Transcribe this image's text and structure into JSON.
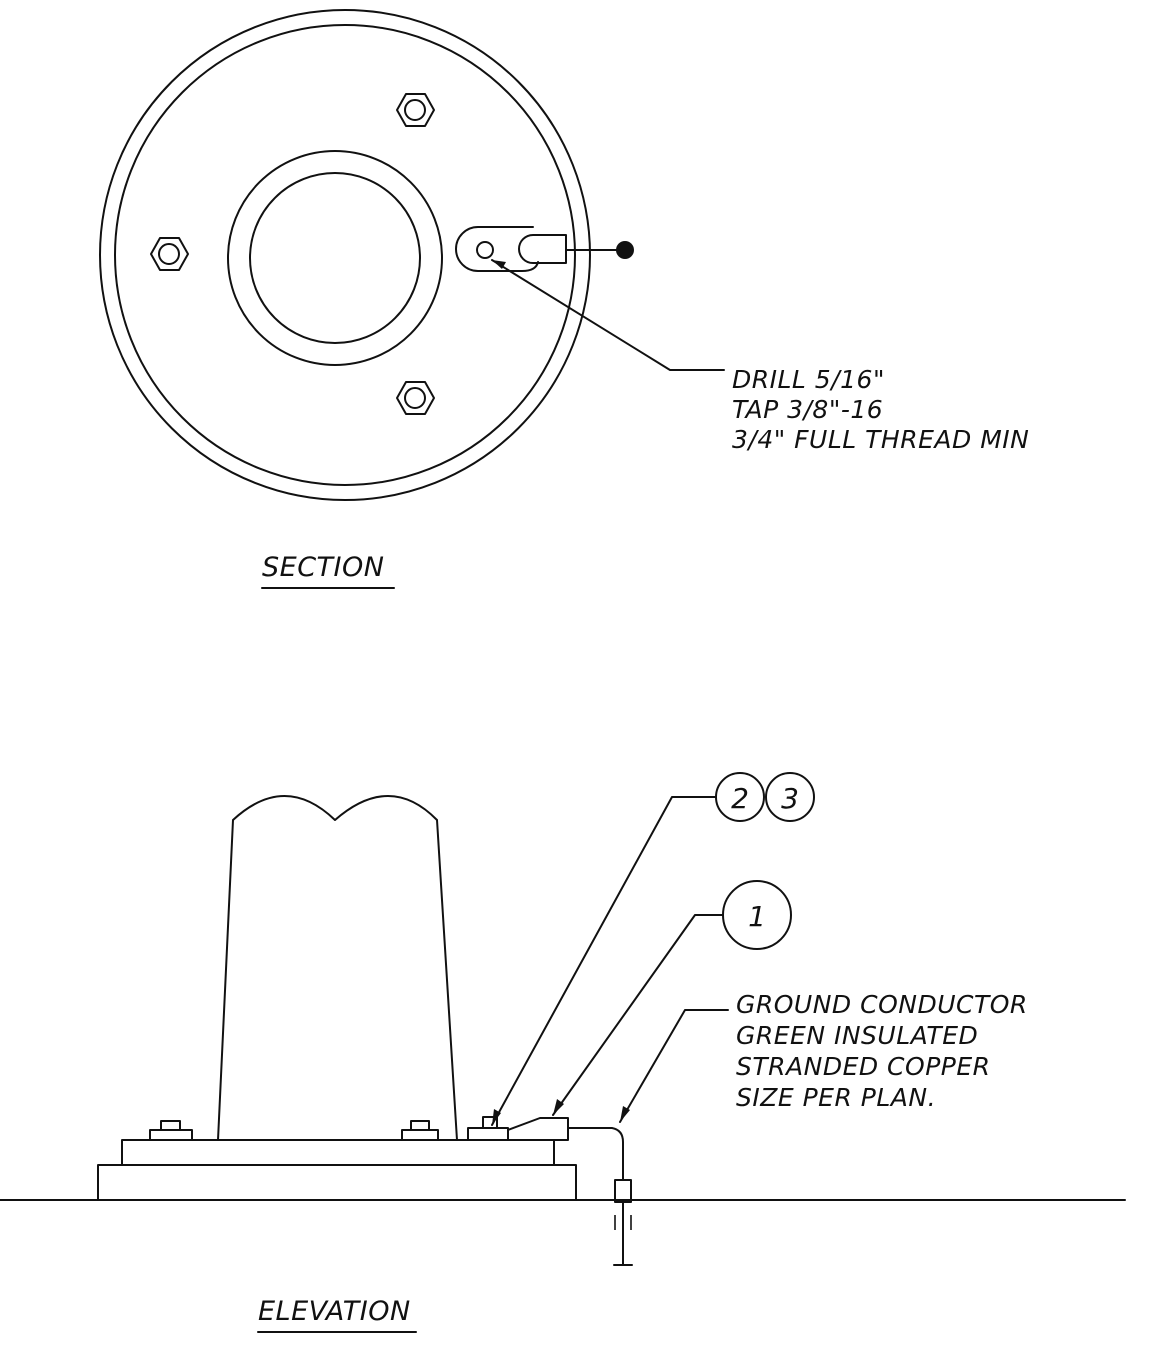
{
  "section": {
    "title": "SECTION",
    "note": [
      "DRILL 5/16\"",
      "TAP 3/8\"-16",
      "3/4\" FULL THREAD MIN"
    ]
  },
  "elevation": {
    "title": "ELEVATION",
    "callouts": [
      "2",
      "3",
      "1"
    ],
    "note": [
      "GROUND CONDUCTOR",
      "GREEN INSULATED",
      "STRANDED COPPER",
      "SIZE PER PLAN."
    ]
  }
}
